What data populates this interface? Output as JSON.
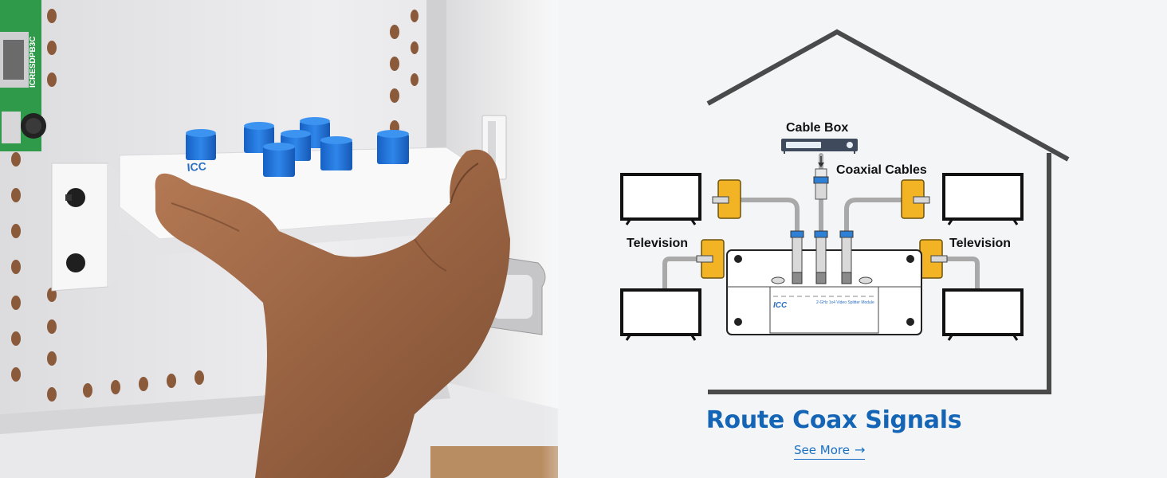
{
  "photo": {
    "alt": "Hand installing a video splitter module with blue coax caps into a white structured media enclosure",
    "board_text": "ICRESDPB3C"
  },
  "diagram": {
    "labels": {
      "cable_box": "Cable Box",
      "coaxial_cables": "Coaxial Cables",
      "television_left": "Television",
      "television_right": "Television"
    },
    "module_brand": "ICC",
    "module_text": "2-GHz 1x4 Video Splitter Module",
    "colors": {
      "house_outline": "#4a4a4a",
      "cable": "#a9a9a9",
      "wall_plate": "#f2b324",
      "connector_blue": "#2e7fd6",
      "headline": "#1565b6",
      "panel_bg": "#f4f5f7"
    }
  },
  "cta": {
    "headline": "Route Coax Signals",
    "link_label": "See More",
    "link_icon": "arrow-right-icon"
  }
}
